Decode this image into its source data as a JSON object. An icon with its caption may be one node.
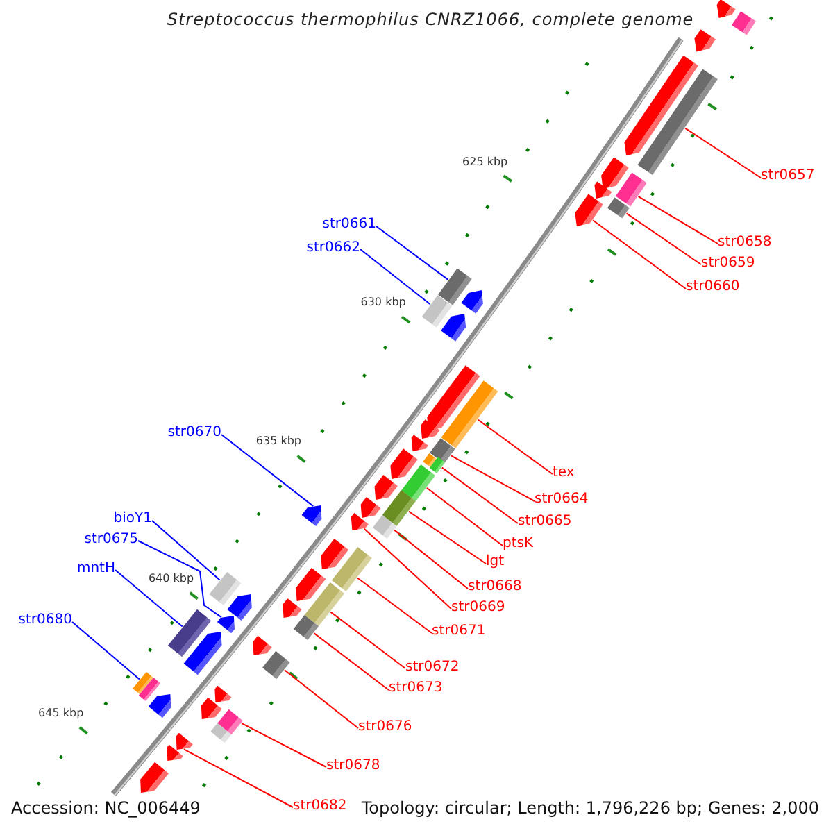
{
  "diagram": {
    "title": "Streptococcus thermophilus CNRZ1066, complete genome",
    "nodes": [
      {
        "text": [
          "str0657"
        ]
      },
      {
        "text": [
          "str0661"
        ]
      },
      {
        "text": [
          "str0658"
        ]
      },
      {
        "text": [
          "str0662"
        ]
      },
      {
        "text": [
          "str0659"
        ]
      },
      {
        "text": [
          "str0660"
        ]
      },
      {
        "text": [
          "str0670"
        ]
      },
      {
        "text": [
          "tex"
        ]
      },
      {
        "text": [
          "str0664"
        ]
      },
      {
        "text": [
          "bioY1"
        ]
      },
      {
        "text": [
          "str0665"
        ]
      },
      {
        "text": [
          "str0675"
        ]
      },
      {
        "text": [
          "ptsK"
        ]
      },
      {
        "text": [
          "lgt"
        ]
      },
      {
        "text": [
          "mntH"
        ]
      },
      {
        "text": [
          "str0668"
        ]
      },
      {
        "text": [
          "str0669"
        ]
      },
      {
        "text": [
          "str0680"
        ]
      },
      {
        "text": [
          "str0671"
        ]
      },
      {
        "text": [
          "str0672"
        ]
      },
      {
        "text": [
          "str0673"
        ]
      },
      {
        "text": [
          "str0676"
        ]
      },
      {
        "text": [
          "str0678"
        ]
      },
      {
        "text": [
          "str0682"
        ]
      },
      {
        "text": [],
        "shape": "arrow"
      },
      {
        "text": [],
        "shape": "bar"
      },
      {
        "text": [],
        "shape": "arrow"
      },
      {
        "text": [],
        "shape": "arrow"
      },
      {
        "text": [],
        "shape": "bar"
      },
      {
        "text": [],
        "shape": "arrow"
      },
      {
        "text": [],
        "shape": "bar"
      },
      {
        "text": [],
        "shape": "arrow"
      },
      {
        "text": [],
        "shape": "bar"
      },
      {
        "text": [],
        "shape": "arrow"
      },
      {
        "text": [],
        "shape": "bar"
      },
      {
        "text": [],
        "shape": "arrow"
      },
      {
        "text": [],
        "shape": "bar"
      },
      {
        "text": [],
        "shape": "arrow"
      },
      {
        "text": [],
        "shape": "arrow"
      },
      {
        "text": [],
        "shape": "bar"
      },
      {
        "text": [],
        "shape": "arrow"
      },
      {
        "text": [],
        "shape": "arrow"
      },
      {
        "text": [],
        "shape": "bar"
      },
      {
        "text": [],
        "shape": "bar"
      },
      {
        "text": [],
        "shape": "arrow"
      },
      {
        "text": [],
        "shape": "bar"
      },
      {
        "text": [],
        "shape": "arrow"
      },
      {
        "text": [],
        "shape": "bar"
      },
      {
        "text": [],
        "shape": "arrow"
      },
      {
        "text": [],
        "shape": "arrow"
      },
      {
        "text": [],
        "shape": "arrow"
      },
      {
        "text": [],
        "shape": "bar"
      },
      {
        "text": [],
        "shape": "arrow"
      },
      {
        "text": [],
        "shape": "bar"
      },
      {
        "text": [],
        "shape": "arrow"
      },
      {
        "text": [],
        "shape": "bar"
      },
      {
        "text": [],
        "shape": "bar"
      },
      {
        "text": [],
        "shape": "arrow"
      },
      {
        "text": [],
        "shape": "arrow"
      },
      {
        "text": [],
        "shape": "arrow"
      },
      {
        "text": [],
        "shape": "bar"
      },
      {
        "text": [],
        "shape": "bar"
      },
      {
        "text": [],
        "shape": "arrow"
      },
      {
        "text": [],
        "shape": "arrow"
      },
      {
        "text": [],
        "shape": "bar"
      },
      {
        "text": [],
        "shape": "bar"
      },
      {
        "text": [],
        "shape": "arrow"
      },
      {
        "text": [],
        "shape": "arrow"
      },
      {
        "text": [],
        "shape": "arrow"
      },
      {
        "text": [],
        "shape": "bar"
      },
      {
        "text": [],
        "shape": "bar"
      },
      {
        "text": [],
        "shape": "arrow"
      },
      {
        "text": [],
        "shape": "arrow"
      },
      {
        "text": [],
        "shape": "arrow"
      }
    ],
    "edges": [
      {
        "from": 0,
        "to": 28,
        "arrow": "none"
      },
      {
        "from": 1,
        "to": 34,
        "arrow": "none",
        "color": "#0000ff"
      },
      {
        "from": 2,
        "to": 30,
        "arrow": "none"
      },
      {
        "from": 3,
        "to": 36,
        "arrow": "none",
        "color": "#0000ff"
      },
      {
        "from": 4,
        "to": 32,
        "arrow": "none"
      },
      {
        "from": 5,
        "to": 33,
        "arrow": "none"
      },
      {
        "from": 6,
        "to": 49,
        "arrow": "none",
        "color": "#0000ff"
      },
      {
        "from": 7,
        "to": 39,
        "arrow": "none"
      },
      {
        "from": 8,
        "to": 42,
        "arrow": "none"
      },
      {
        "from": 9,
        "to": 55,
        "arrow": "none",
        "color": "#0000ff"
      },
      {
        "from": 10,
        "to": 43,
        "arrow": "none"
      },
      {
        "from": 11,
        "to": 59,
        "arrow": "none",
        "color": "#0000ff"
      },
      {
        "from": 12,
        "to": 45,
        "arrow": "none"
      },
      {
        "from": 13,
        "to": 47,
        "arrow": "none"
      },
      {
        "from": 14,
        "to": 61,
        "arrow": "none",
        "color": "#0000ff"
      },
      {
        "from": 15,
        "to": 51,
        "arrow": "none"
      },
      {
        "from": 16,
        "to": 50,
        "arrow": "none"
      },
      {
        "from": 17,
        "to": 65,
        "arrow": "none",
        "color": "#0000ff"
      },
      {
        "from": 18,
        "to": 53,
        "arrow": "none"
      },
      {
        "from": 19,
        "to": 56,
        "arrow": "none"
      },
      {
        "from": 20,
        "to": 60,
        "arrow": "none"
      },
      {
        "from": 21,
        "to": 64,
        "arrow": "none"
      },
      {
        "from": 22,
        "to": 69,
        "arrow": "none"
      },
      {
        "from": 23,
        "to": 71,
        "arrow": "none"
      }
    ],
    "labels": [
      "625 kbp",
      "630 kbp",
      "635 kbp",
      "640 kbp",
      "645 kbp",
      "Accession: NC_006449",
      "Topology: circular; Length: 1,796,226 bp; Genes: 2,000"
    ]
  }
}
